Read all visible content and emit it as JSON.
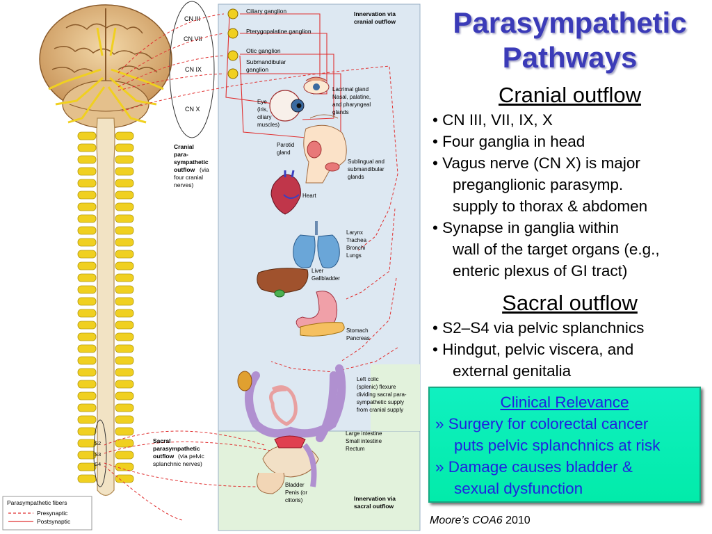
{
  "title": [
    "Parasympathetic",
    "Pathways"
  ],
  "cranial": {
    "heading": "Cranial outflow",
    "bullets": [
      {
        "bullet": "•",
        "lines": [
          "CN III, VII, IX, X"
        ]
      },
      {
        "bullet": "•",
        "lines": [
          "Four ganglia in head"
        ]
      },
      {
        "bullet": "•",
        "lines": [
          "Vagus nerve (CN X) is major",
          "preganglionic parasymp.",
          "supply to thorax & abdomen"
        ]
      },
      {
        "bullet": "•",
        "lines": [
          "Synapse in ganglia within",
          "wall of the target organs (e.g.,",
          "enteric plexus of GI tract)"
        ]
      }
    ]
  },
  "sacral": {
    "heading": "Sacral outflow",
    "bullets": [
      {
        "bullet": "•",
        "lines": [
          "S2–S4 via pelvic splanchnics"
        ]
      },
      {
        "bullet": "•",
        "lines": [
          "Hindgut, pelvic viscera, and",
          "external genitalia"
        ]
      }
    ]
  },
  "clinical": {
    "title": "Clinical Relevance",
    "items": [
      {
        "marker": "»",
        "lines": [
          "Surgery for colorectal cancer",
          "puts pelvic splanchnics at risk"
        ]
      },
      {
        "marker": "»",
        "lines": [
          "Damage causes bladder &",
          "sexual dysfunction"
        ]
      }
    ]
  },
  "citation": {
    "author": "Moore’s",
    "work": "COA6",
    "year": "2010"
  },
  "figure": {
    "cranial_nerves": [
      "CN III",
      "CN VII",
      "CN IX",
      "CN X"
    ],
    "ganglia": [
      "Ciliary ganglion",
      "Pterygopalatine ganglion",
      "Otic ganglion",
      "Submandibular",
      "ganglion"
    ],
    "cranial_innervation": [
      "Innervation via",
      "cranial outflow"
    ],
    "cranial_outflow_label": [
      "Cranial",
      "para-",
      "sympathetic",
      "outflow",
      "(via",
      "four cranial",
      "nerves)"
    ],
    "organs": {
      "eye": [
        "Eye",
        "(iris,",
        "ciliary",
        "muscles)"
      ],
      "lacrimal": [
        "Lacrimal gland",
        "Nasal, palatine,",
        "and pharyngeal",
        "glands"
      ],
      "parotid": [
        "Parotid",
        "gland"
      ],
      "sublingual": [
        "Sublingual and",
        "submandibular",
        "glands"
      ],
      "heart": "Heart",
      "lungs": [
        "Larynx",
        "Trachea",
        "Bronchi",
        "Lungs"
      ],
      "liver": [
        "Liver",
        "Gallbladder"
      ],
      "stomach": [
        "Stomach",
        "Pancreas"
      ],
      "colic": [
        "Left colic",
        "(splenic) flexure",
        "dividing sacral para-",
        "sympathetic supply",
        "from cranial supply"
      ],
      "intestine": [
        "Large intestine",
        "Small intestine",
        "Rectum"
      ],
      "bladder": [
        "Bladder",
        "Penis (or",
        "clitoris)"
      ]
    },
    "sacral_segments": [
      "S2",
      "S3",
      "S4"
    ],
    "sacral_outflow_label": [
      "Sacral",
      "parasympathetic",
      "outflow",
      "(via pelvic",
      "splanchnic nerves)"
    ],
    "sacral_innervation": [
      "Innervation via",
      "sacral outflow"
    ],
    "legend": {
      "title": "Parasympathetic fibers",
      "presynaptic": "Presynaptic",
      "postsynaptic": "Postsynaptic"
    }
  },
  "colors": {
    "title": "#3b3bb8",
    "clinical_text": "#2020e0",
    "clinical_bg": "#04eeb0",
    "cranial_panel": "#dde8f2",
    "sacral_panel": "#e2f2dc",
    "spinal_cord": "#f2e3c4",
    "nerves": "#f0d020",
    "fiber": "#e03030"
  }
}
